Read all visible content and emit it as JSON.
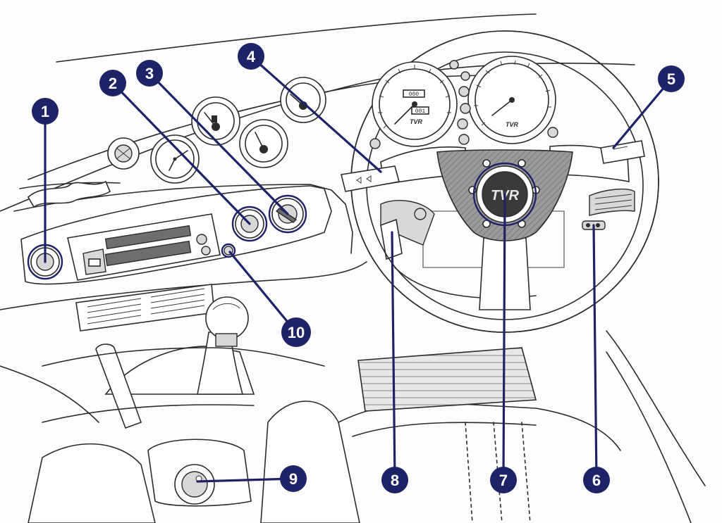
{
  "callouts": [
    {
      "id": "1",
      "label": "1"
    },
    {
      "id": "2",
      "label": "2"
    },
    {
      "id": "3",
      "label": "3"
    },
    {
      "id": "4",
      "label": "4"
    },
    {
      "id": "5",
      "label": "5"
    },
    {
      "id": "6",
      "label": "6"
    },
    {
      "id": "7",
      "label": "7"
    },
    {
      "id": "8",
      "label": "8"
    },
    {
      "id": "9",
      "label": "9"
    },
    {
      "id": "10",
      "label": "10"
    }
  ],
  "branding": {
    "hub_logo": "TVR",
    "speedo_logo": "TVR",
    "tacho_logo": "TVR"
  },
  "instruments": {
    "odometer": "000",
    "trip": "001"
  },
  "colors": {
    "callout": "#1d2366",
    "line": "#2b2b2b",
    "spoke_pad": "#8a8a8a"
  }
}
